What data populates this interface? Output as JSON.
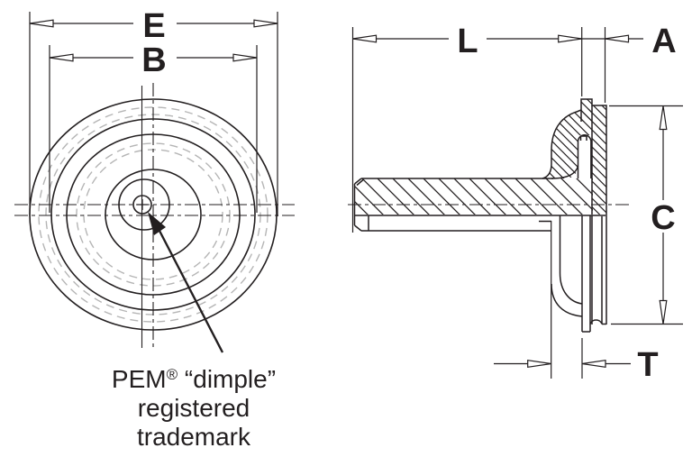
{
  "figure": {
    "type": "technical-drawing",
    "description": "Two-view engineering drawing of a PEM pin fastener: front view with concentric circles and center dimple; half-sectioned side view with hatched pin shank and flange head"
  },
  "colors": {
    "line": "#231f20",
    "gray_dashed": "#b5b5b5",
    "background": "#ffffff"
  },
  "dimensions": {
    "e": "E",
    "b": "B",
    "l": "L",
    "a": "A",
    "c": "C",
    "t": "T"
  },
  "annotation": {
    "brand": "PEM",
    "registered": "®",
    "line1_rest": " “dimple”",
    "line2": "registered",
    "line3": "trademark"
  },
  "views": {
    "front_view": "front view: concentric circles, dashed reference circles, centerlines, dimple with center mark",
    "side_view": "side section view: hatched shank and flange head"
  }
}
